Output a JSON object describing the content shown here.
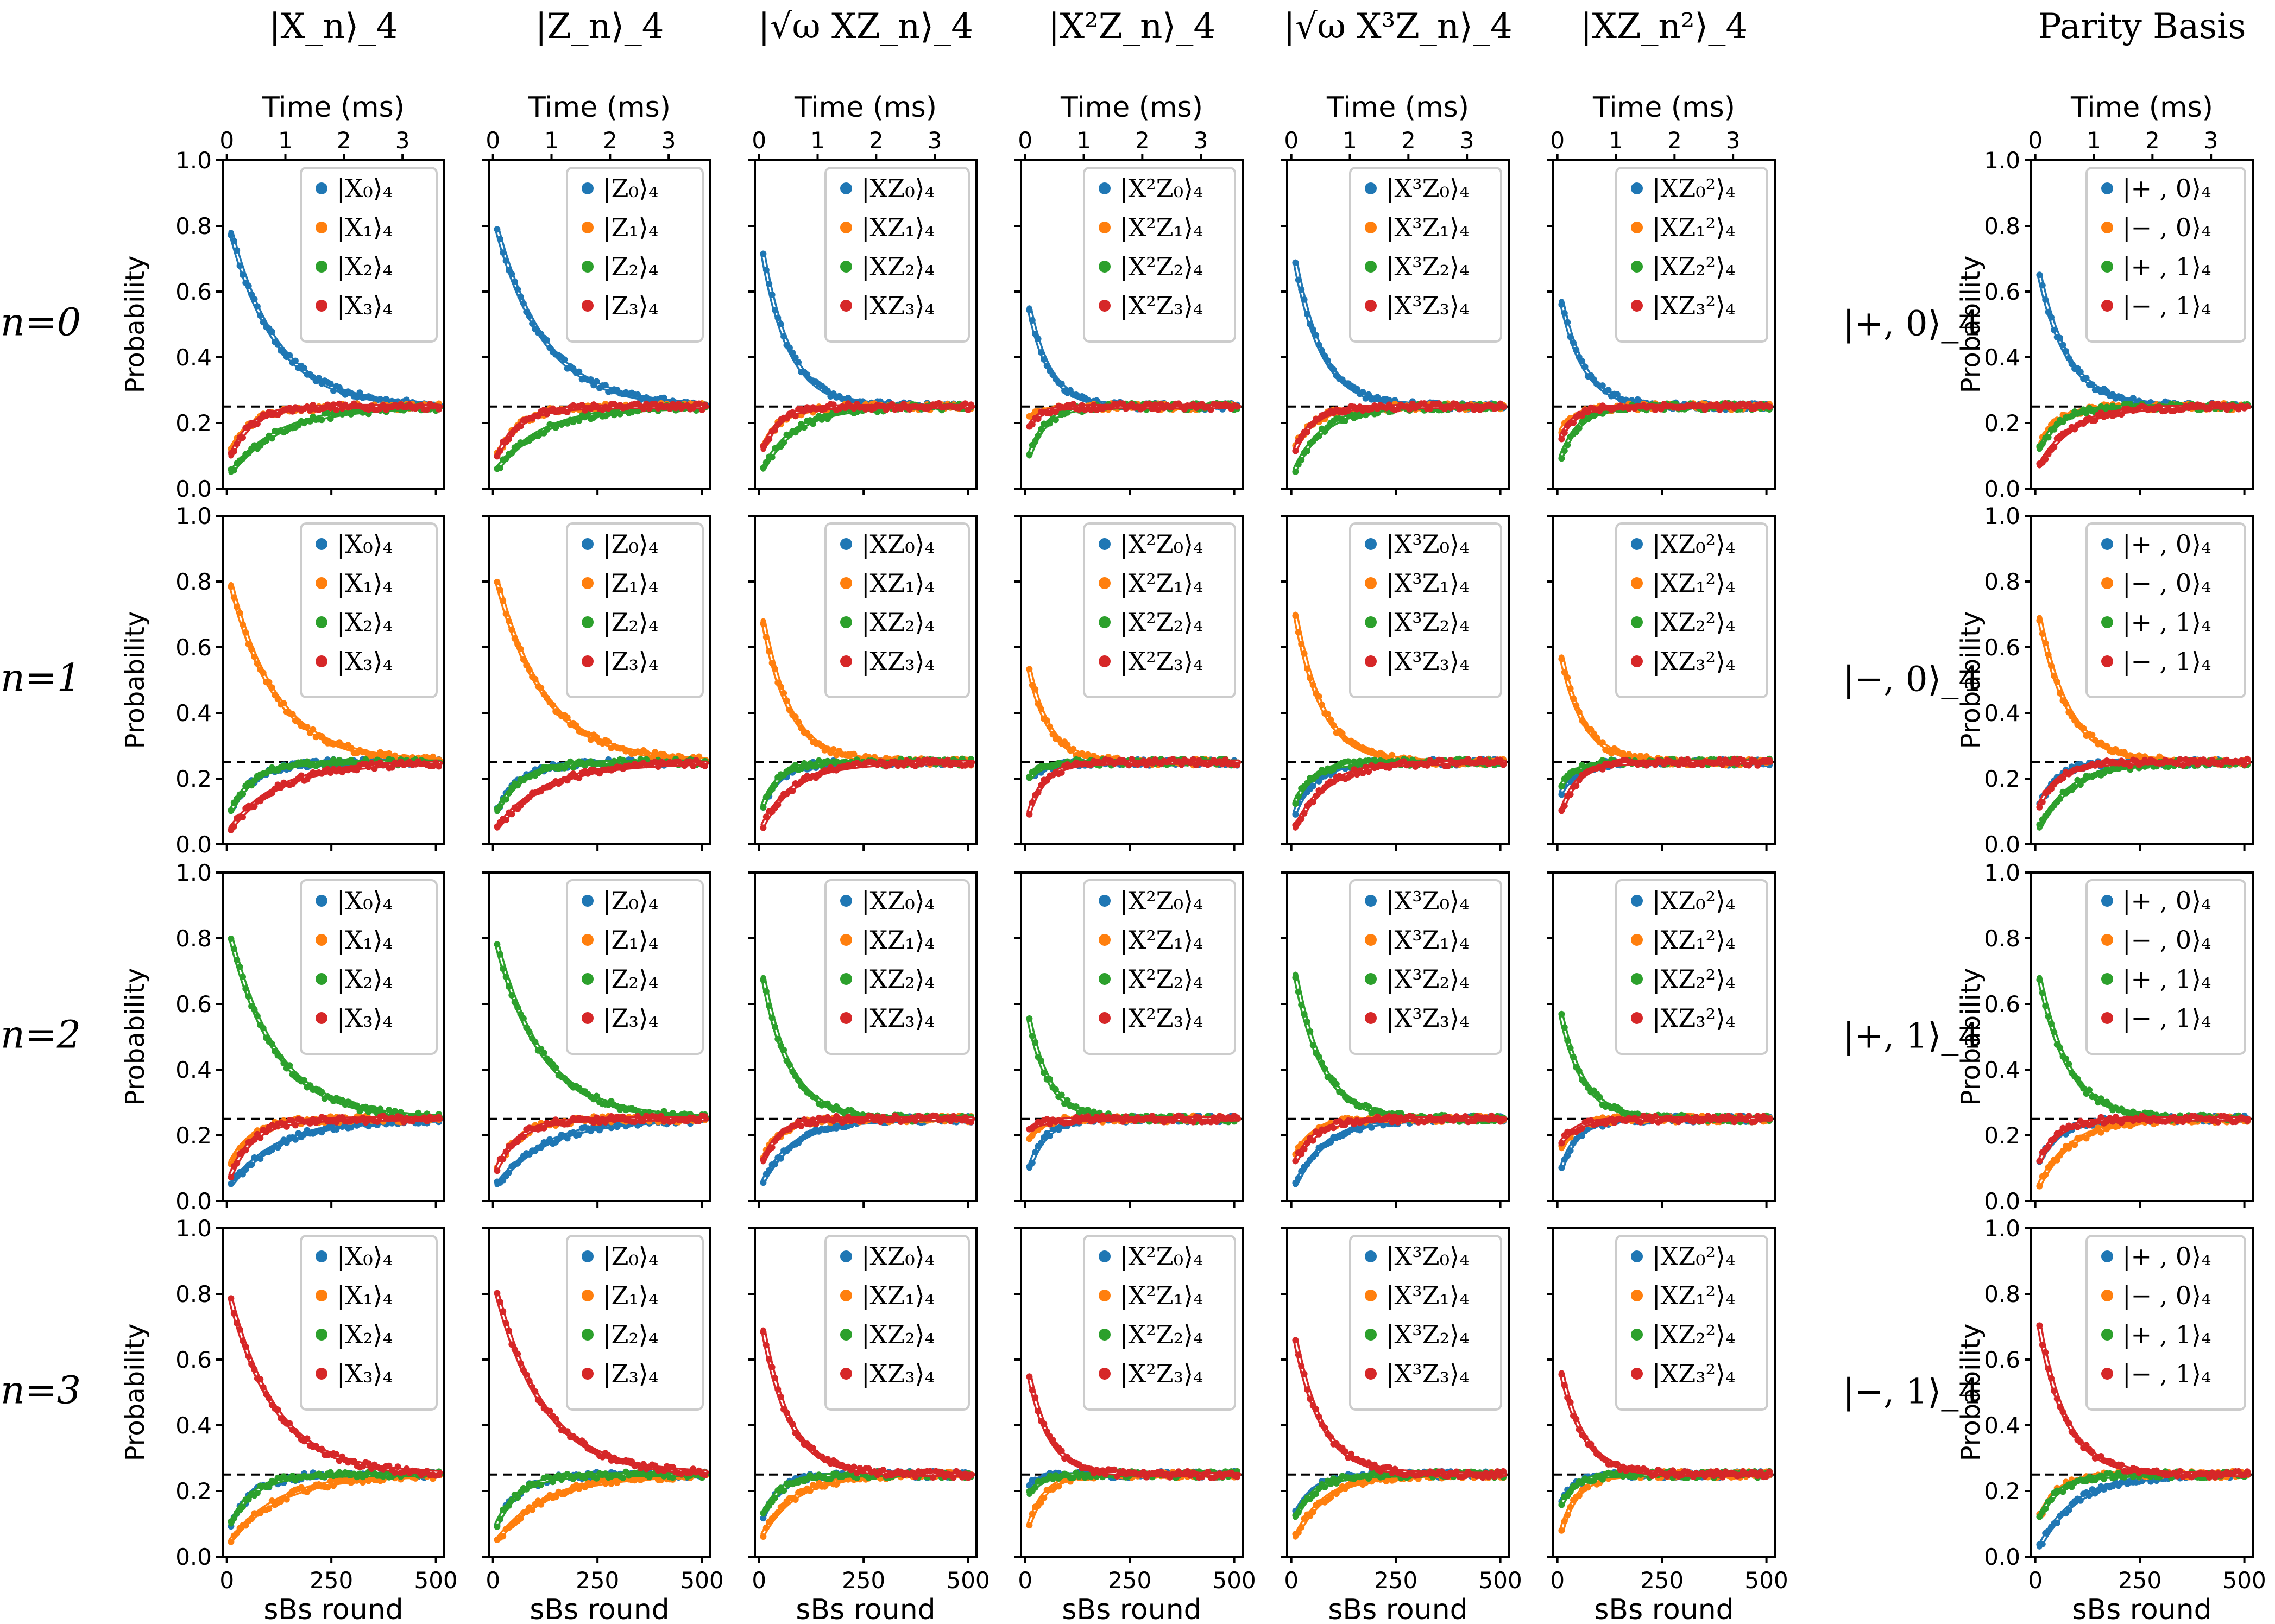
{
  "chart_data": {
    "type": "line",
    "layout": "4x7 panel grid (one empty spacer column holding state labels)",
    "column_titles": [
      "|X_n⟩_4",
      "|Z_n⟩_4",
      "|√ω XZ_n⟩_4",
      "|X²Z_n⟩_4",
      "|√ω X³Z_n⟩_4",
      "|XZ_n²⟩_4",
      "Parity Basis"
    ],
    "row_titles": [
      "n=0",
      "n=1",
      "n=2",
      "n=3"
    ],
    "row_state_labels": [
      "|+, 0⟩_4",
      "|−, 0⟩_4",
      "|+, 1⟩_4",
      "|−, 1⟩_4"
    ],
    "xlabel_bottom": "sBs round",
    "xlabel_top": "Time (ms)",
    "ylabel": "Probability",
    "xlim": [
      -10,
      520
    ],
    "x_ticks": [
      0,
      250,
      500
    ],
    "top_axis_ticks_ms": [
      0,
      1,
      2,
      3
    ],
    "ms_per_round": 0.00714,
    "ylim": [
      0,
      1
    ],
    "y_ticks": [
      0,
      0.2,
      0.4,
      0.6,
      0.8,
      1.0
    ],
    "reference_line_y": 0.25,
    "legend_placement": "upper right",
    "series_colors": [
      "#1f77b4",
      "#ff7f0e",
      "#2ca02c",
      "#d62728"
    ],
    "legend_labels": [
      [
        "|X₀⟩₄",
        "|X₁⟩₄",
        "|X₂⟩₄",
        "|X₃⟩₄"
      ],
      [
        "|Z₀⟩₄",
        "|Z₁⟩₄",
        "|Z₂⟩₄",
        "|Z₃⟩₄"
      ],
      [
        "|XZ₀⟩₄",
        "|XZ₁⟩₄",
        "|XZ₂⟩₄",
        "|XZ₃⟩₄"
      ],
      [
        "|X²Z₀⟩₄",
        "|X²Z₁⟩₄",
        "|X²Z₂⟩₄",
        "|X²Z₃⟩₄"
      ],
      [
        "|X³Z₀⟩₄",
        "|X³Z₁⟩₄",
        "|X³Z₂⟩₄",
        "|X³Z₃⟩₄"
      ],
      [
        "|XZ₀²⟩₄",
        "|XZ₁²⟩₄",
        "|XZ₂²⟩₄",
        "|XZ₃²⟩₄"
      ],
      [
        "|+ , 0⟩₄",
        "|− , 0⟩₄",
        "|+ , 1⟩₄",
        "|− , 1⟩₄"
      ]
    ],
    "sample_rounds": [
      10,
      25,
      50,
      75,
      100,
      150,
      200,
      250,
      300,
      400,
      500
    ],
    "panels_note": "initial = probability at round 10; tau = decay constant in sBs rounds; each series relaxes to 0.25",
    "panels": [
      [
        {
          "initial": [
            0.78,
            0.12,
            0.05,
            0.1
          ],
          "tau": [
            110,
            55,
            120,
            50
          ]
        },
        {
          "initial": [
            0.79,
            0.1,
            0.06,
            0.1
          ],
          "tau": [
            115,
            55,
            115,
            55
          ]
        },
        {
          "initial": [
            0.71,
            0.13,
            0.06,
            0.12
          ],
          "tau": [
            65,
            45,
            80,
            40
          ]
        },
        {
          "initial": [
            0.55,
            0.22,
            0.1,
            0.19
          ],
          "tau": [
            50,
            40,
            40,
            30
          ]
        },
        {
          "initial": [
            0.69,
            0.13,
            0.06,
            0.12
          ],
          "tau": [
            65,
            50,
            70,
            45
          ]
        },
        {
          "initial": [
            0.57,
            0.18,
            0.1,
            0.16
          ],
          "tau": [
            55,
            40,
            45,
            35
          ]
        },
        {
          "initial": [
            0.65,
            0.13,
            0.12,
            0.07
          ],
          "tau": [
            70,
            45,
            50,
            80
          ]
        }
      ],
      [
        {
          "initial": [
            0.1,
            0.79,
            0.1,
            0.05
          ],
          "tau": [
            55,
            110,
            55,
            120
          ]
        },
        {
          "initial": [
            0.1,
            0.8,
            0.1,
            0.05
          ],
          "tau": [
            55,
            115,
            60,
            120
          ]
        },
        {
          "initial": [
            0.12,
            0.68,
            0.12,
            0.06
          ],
          "tau": [
            45,
            65,
            40,
            80
          ]
        },
        {
          "initial": [
            0.2,
            0.53,
            0.2,
            0.1
          ],
          "tau": [
            40,
            50,
            30,
            40
          ]
        },
        {
          "initial": [
            0.1,
            0.7,
            0.13,
            0.05
          ],
          "tau": [
            50,
            65,
            45,
            75
          ]
        },
        {
          "initial": [
            0.16,
            0.57,
            0.18,
            0.1
          ],
          "tau": [
            40,
            55,
            35,
            40
          ]
        },
        {
          "initial": [
            0.12,
            0.69,
            0.05,
            0.12
          ],
          "tau": [
            45,
            70,
            80,
            50
          ]
        }
      ],
      [
        {
          "initial": [
            0.05,
            0.12,
            0.8,
            0.08
          ],
          "tau": [
            120,
            55,
            110,
            55
          ]
        },
        {
          "initial": [
            0.05,
            0.1,
            0.78,
            0.1
          ],
          "tau": [
            120,
            55,
            110,
            55
          ]
        },
        {
          "initial": [
            0.06,
            0.13,
            0.68,
            0.12
          ],
          "tau": [
            80,
            45,
            65,
            40
          ]
        },
        {
          "initial": [
            0.1,
            0.19,
            0.55,
            0.22
          ],
          "tau": [
            40,
            30,
            50,
            40
          ]
        },
        {
          "initial": [
            0.05,
            0.14,
            0.69,
            0.12
          ],
          "tau": [
            75,
            45,
            65,
            50
          ]
        },
        {
          "initial": [
            0.1,
            0.16,
            0.56,
            0.18
          ],
          "tau": [
            40,
            35,
            55,
            40
          ]
        },
        {
          "initial": [
            0.12,
            0.05,
            0.68,
            0.12
          ],
          "tau": [
            50,
            80,
            70,
            45
          ]
        }
      ],
      [
        {
          "initial": [
            0.1,
            0.05,
            0.1,
            0.78
          ],
          "tau": [
            55,
            120,
            55,
            110
          ]
        },
        {
          "initial": [
            0.1,
            0.05,
            0.1,
            0.8
          ],
          "tau": [
            55,
            120,
            55,
            115
          ]
        },
        {
          "initial": [
            0.12,
            0.07,
            0.13,
            0.69
          ],
          "tau": [
            40,
            80,
            45,
            65
          ]
        },
        {
          "initial": [
            0.22,
            0.1,
            0.19,
            0.55
          ],
          "tau": [
            30,
            40,
            30,
            50
          ]
        },
        {
          "initial": [
            0.13,
            0.06,
            0.12,
            0.66
          ],
          "tau": [
            45,
            75,
            50,
            65
          ]
        },
        {
          "initial": [
            0.17,
            0.08,
            0.16,
            0.56
          ],
          "tau": [
            35,
            40,
            35,
            55
          ]
        },
        {
          "initial": [
            0.03,
            0.12,
            0.12,
            0.7
          ],
          "tau": [
            90,
            45,
            50,
            65
          ]
        }
      ]
    ]
  }
}
